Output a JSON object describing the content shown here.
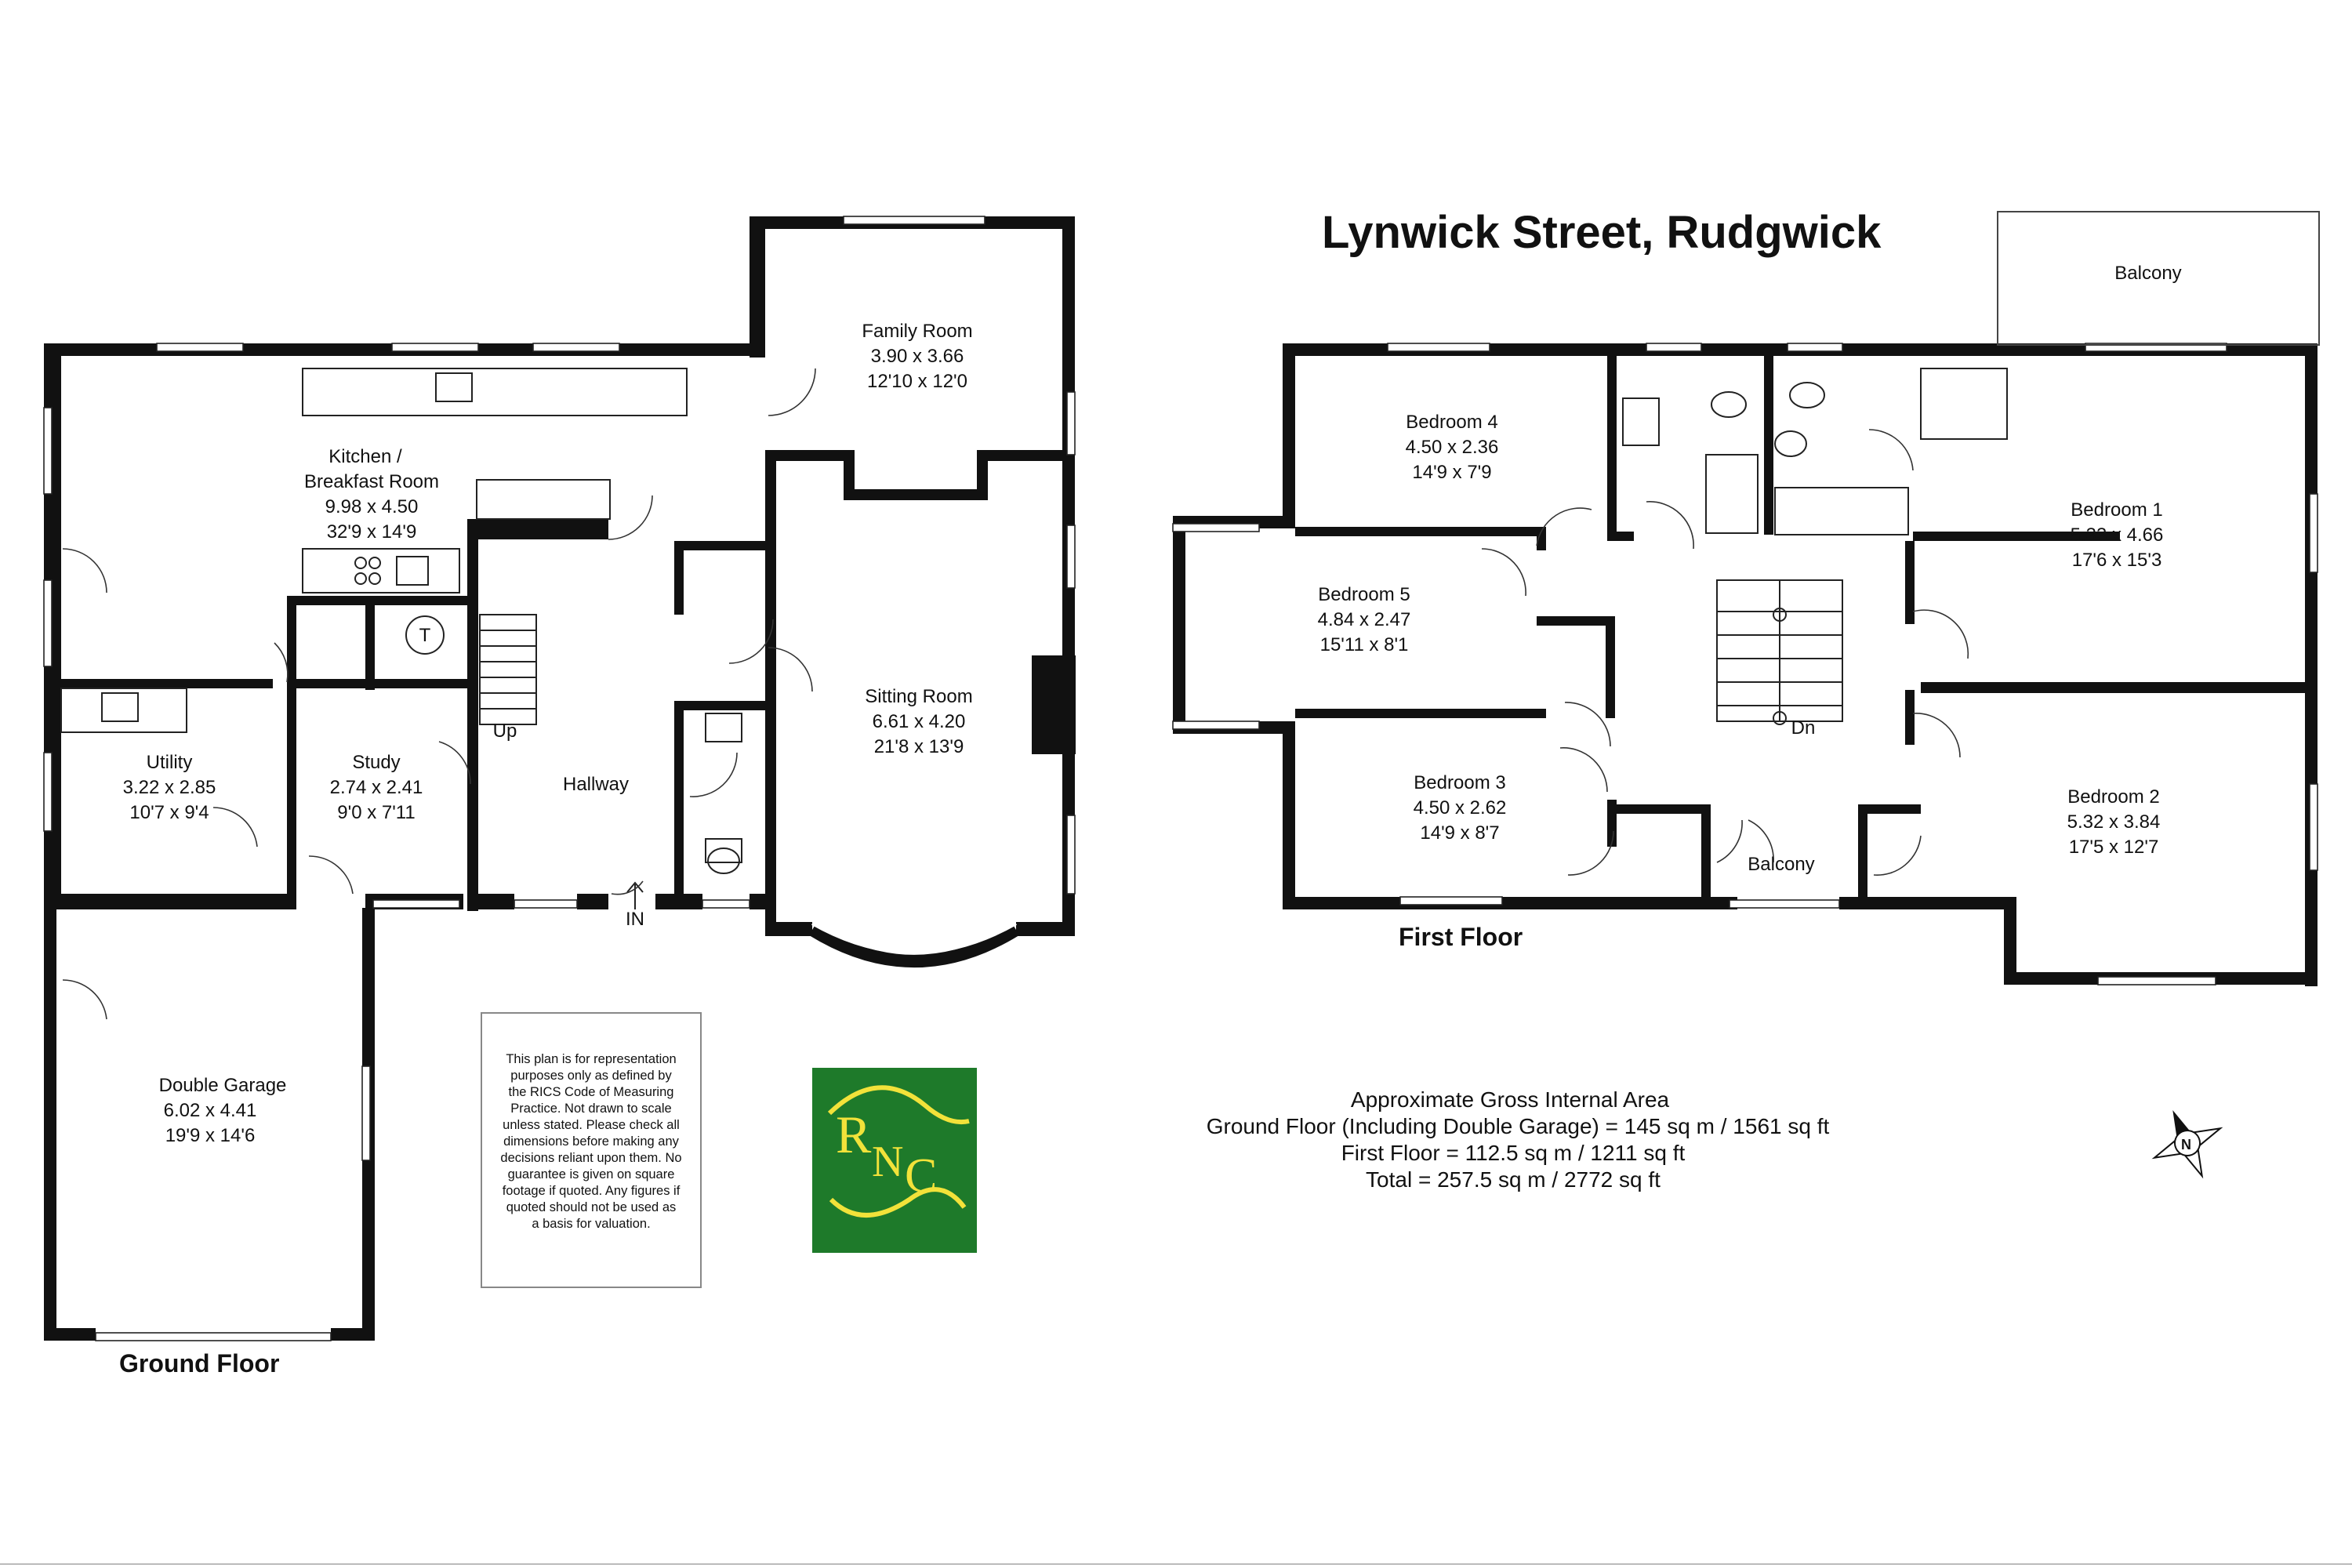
{
  "title": "Lynwick Street, Rudgwick",
  "ground_floor": {
    "label": "Ground Floor",
    "rooms": {
      "kitchen": {
        "name": "Kitchen /",
        "name2": "Breakfast Room",
        "metric": "9.98 x 4.50",
        "imperial": "32'9 x 14'9"
      },
      "family": {
        "name": "Family Room",
        "metric": "3.90 x 3.66",
        "imperial": "12'10 x 12'0"
      },
      "sitting": {
        "name": "Sitting Room",
        "metric": "6.61 x 4.20",
        "imperial": "21'8 x 13'9"
      },
      "utility": {
        "name": "Utility",
        "metric": "3.22 x 2.85",
        "imperial": "10'7 x 9'4"
      },
      "study": {
        "name": "Study",
        "metric": "2.74 x 2.41",
        "imperial": "9'0 x 7'11"
      },
      "hallway": {
        "name": "Hallway"
      },
      "garage": {
        "name": "Double Garage",
        "metric": "6.02 x 4.41",
        "imperial": "19'9 x 14'6"
      }
    },
    "marks": {
      "up": "Up",
      "entrance": "IN",
      "tank": "T"
    }
  },
  "first_floor": {
    "label": "First Floor",
    "rooms": {
      "bed1": {
        "name": "Bedroom 1",
        "metric": "5.33 x 4.66",
        "imperial": "17'6 x 15'3"
      },
      "bed2": {
        "name": "Bedroom 2",
        "metric": "5.32 x 3.84",
        "imperial": "17'5 x 12'7"
      },
      "bed3": {
        "name": "Bedroom 3",
        "metric": "4.50 x 2.62",
        "imperial": "14'9 x 8'7"
      },
      "bed4": {
        "name": "Bedroom 4",
        "metric": "4.50 x 2.36",
        "imperial": "14'9 x 7'9"
      },
      "bed5": {
        "name": "Bedroom 5",
        "metric": "4.84 x 2.47",
        "imperial": "15'11 x 8'1"
      },
      "balcony_front": {
        "name": "Balcony"
      },
      "balcony_rear": {
        "name": "Balcony"
      }
    },
    "marks": {
      "down": "Dn"
    }
  },
  "area": {
    "heading": "Approximate Gross Internal Area",
    "ground": "Ground Floor (Including Double Garage) = 145 sq m / 1561 sq ft",
    "first": "First Floor = 112.5 sq m / 1211 sq ft",
    "total": "Total = 257.5 sq m / 2772 sq ft"
  },
  "disclaimer": [
    "This plan is for representation",
    "purposes only as defined by",
    "the RICS Code of Measuring",
    "Practice. Not drawn to scale",
    "unless stated. Please check all",
    "dimensions before making any",
    "decisions reliant upon them. No",
    "guarantee is given on square",
    "footage if quoted. Any figures if",
    "quoted should not be used as",
    "a basis for valuation."
  ],
  "logo": {
    "text_r": "R",
    "text_n": "N",
    "text_c": "C",
    "bg_color": "#1e7a2a",
    "swoosh_color": "#f2e23a"
  },
  "compass": {
    "letter": "N",
    "icon": "compass-rose-icon"
  }
}
